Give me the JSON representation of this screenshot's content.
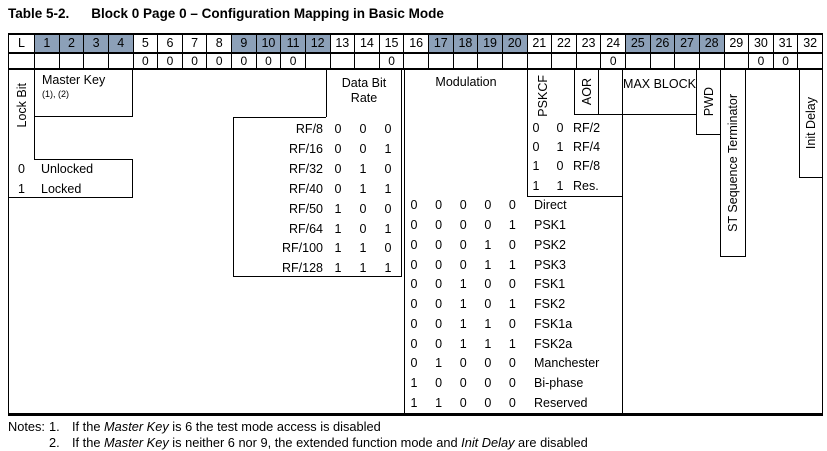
{
  "colors": {
    "header_shade": "#8ca0b8",
    "line": "#000000"
  },
  "caption": {
    "label": "Table 5-2.",
    "title": "Block 0 Page 0 – Configuration Mapping in Basic Mode"
  },
  "bit_header": {
    "lock_label": "L",
    "bits": [
      "1",
      "2",
      "3",
      "4",
      "5",
      "6",
      "7",
      "8",
      "9",
      "10",
      "11",
      "12",
      "13",
      "14",
      "15",
      "16",
      "17",
      "18",
      "19",
      "20",
      "21",
      "22",
      "23",
      "24",
      "25",
      "26",
      "27",
      "28",
      "29",
      "30",
      "31",
      "32"
    ],
    "shaded_bits": [
      1,
      2,
      3,
      4,
      9,
      10,
      11,
      12,
      17,
      18,
      19,
      20,
      25,
      26,
      27,
      28
    ]
  },
  "fixed_value_row": {
    "zero_bits": [
      5,
      6,
      7,
      8,
      9,
      10,
      11,
      15,
      24,
      30,
      31
    ],
    "zero_value": "0"
  },
  "fields": {
    "lock_bit": {
      "label": "Lock Bit",
      "legend": [
        {
          "bit": "0",
          "label": "Unlocked"
        },
        {
          "bit": "1",
          "label": "Locked"
        }
      ]
    },
    "master_key": {
      "label": "Master Key",
      "note_refs": "(1), (2)"
    },
    "data_bit_rate": {
      "label": "Data Bit Rate",
      "rows": [
        {
          "label": "RF/8",
          "bits": [
            "0",
            "0",
            "0"
          ]
        },
        {
          "label": "RF/16",
          "bits": [
            "0",
            "0",
            "1"
          ]
        },
        {
          "label": "RF/32",
          "bits": [
            "0",
            "1",
            "0"
          ]
        },
        {
          "label": "RF/40",
          "bits": [
            "0",
            "1",
            "1"
          ]
        },
        {
          "label": "RF/50",
          "bits": [
            "1",
            "0",
            "0"
          ]
        },
        {
          "label": "RF/64",
          "bits": [
            "1",
            "0",
            "1"
          ]
        },
        {
          "label": "RF/100",
          "bits": [
            "1",
            "1",
            "0"
          ]
        },
        {
          "label": "RF/128",
          "bits": [
            "1",
            "1",
            "1"
          ]
        }
      ]
    },
    "modulation": {
      "label": "Modulation",
      "rows": [
        {
          "bits": [
            "0",
            "0",
            "0",
            "0",
            "0"
          ],
          "label": "Direct"
        },
        {
          "bits": [
            "0",
            "0",
            "0",
            "0",
            "1"
          ],
          "label": "PSK1"
        },
        {
          "bits": [
            "0",
            "0",
            "0",
            "1",
            "0"
          ],
          "label": "PSK2"
        },
        {
          "bits": [
            "0",
            "0",
            "0",
            "1",
            "1"
          ],
          "label": "PSK3"
        },
        {
          "bits": [
            "0",
            "0",
            "1",
            "0",
            "0"
          ],
          "label": "FSK1"
        },
        {
          "bits": [
            "0",
            "0",
            "1",
            "0",
            "1"
          ],
          "label": "FSK2"
        },
        {
          "bits": [
            "0",
            "0",
            "1",
            "1",
            "0"
          ],
          "label": "FSK1a"
        },
        {
          "bits": [
            "0",
            "0",
            "1",
            "1",
            "1"
          ],
          "label": "FSK2a"
        },
        {
          "bits": [
            "0",
            "1",
            "0",
            "0",
            "0"
          ],
          "label": "Manchester"
        },
        {
          "bits": [
            "1",
            "0",
            "0",
            "0",
            "0"
          ],
          "label": "Bi-phase"
        },
        {
          "bits": [
            "1",
            "1",
            "0",
            "0",
            "0"
          ],
          "label": "Reserved"
        }
      ]
    },
    "pskcf": {
      "label": "PSKCF",
      "rows": [
        {
          "bits": [
            "0",
            "0"
          ],
          "label": "RF/2"
        },
        {
          "bits": [
            "0",
            "1"
          ],
          "label": "RF/4"
        },
        {
          "bits": [
            "1",
            "0"
          ],
          "label": "RF/8"
        },
        {
          "bits": [
            "1",
            "1"
          ],
          "label": "Res."
        }
      ]
    },
    "aor": {
      "label": "AOR"
    },
    "max_block": {
      "label": "MAX BLOCK"
    },
    "pwd": {
      "label": "PWD"
    },
    "st_sequence_terminator": {
      "label": "ST Sequence Terminator"
    },
    "init_delay": {
      "label": "Init Delay"
    }
  },
  "notes": {
    "label": "Notes:",
    "items": [
      {
        "num": "1.",
        "segments": [
          {
            "text": "If the "
          },
          {
            "text": "Master Key",
            "italic": true
          },
          {
            "text": " is 6 the test mode access is disabled"
          }
        ]
      },
      {
        "num": "2.",
        "segments": [
          {
            "text": "If the "
          },
          {
            "text": "Master Key",
            "italic": true
          },
          {
            "text": " is neither 6 nor 9, the extended function mode and "
          },
          {
            "text": "Init Delay",
            "italic": true
          },
          {
            "text": " are disabled"
          }
        ]
      }
    ]
  }
}
